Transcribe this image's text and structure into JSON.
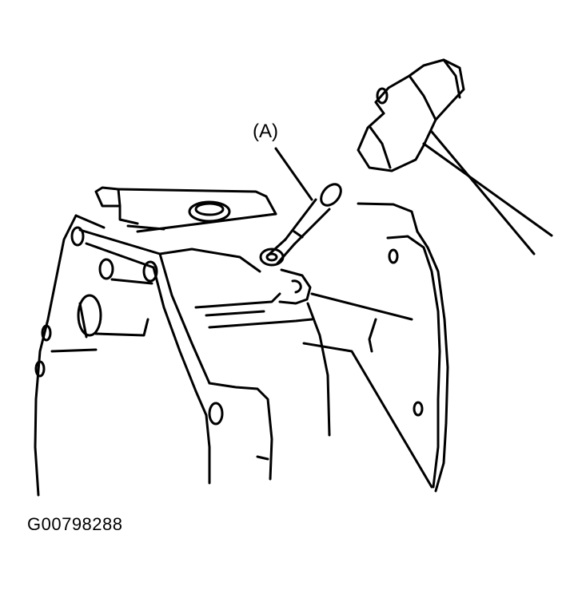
{
  "callout": {
    "label": "(A)"
  },
  "figure": {
    "code": "G00798288"
  },
  "parts": {
    "housing": "transmission-case",
    "tool_a": "drift-punch",
    "hammer": "hammer"
  }
}
